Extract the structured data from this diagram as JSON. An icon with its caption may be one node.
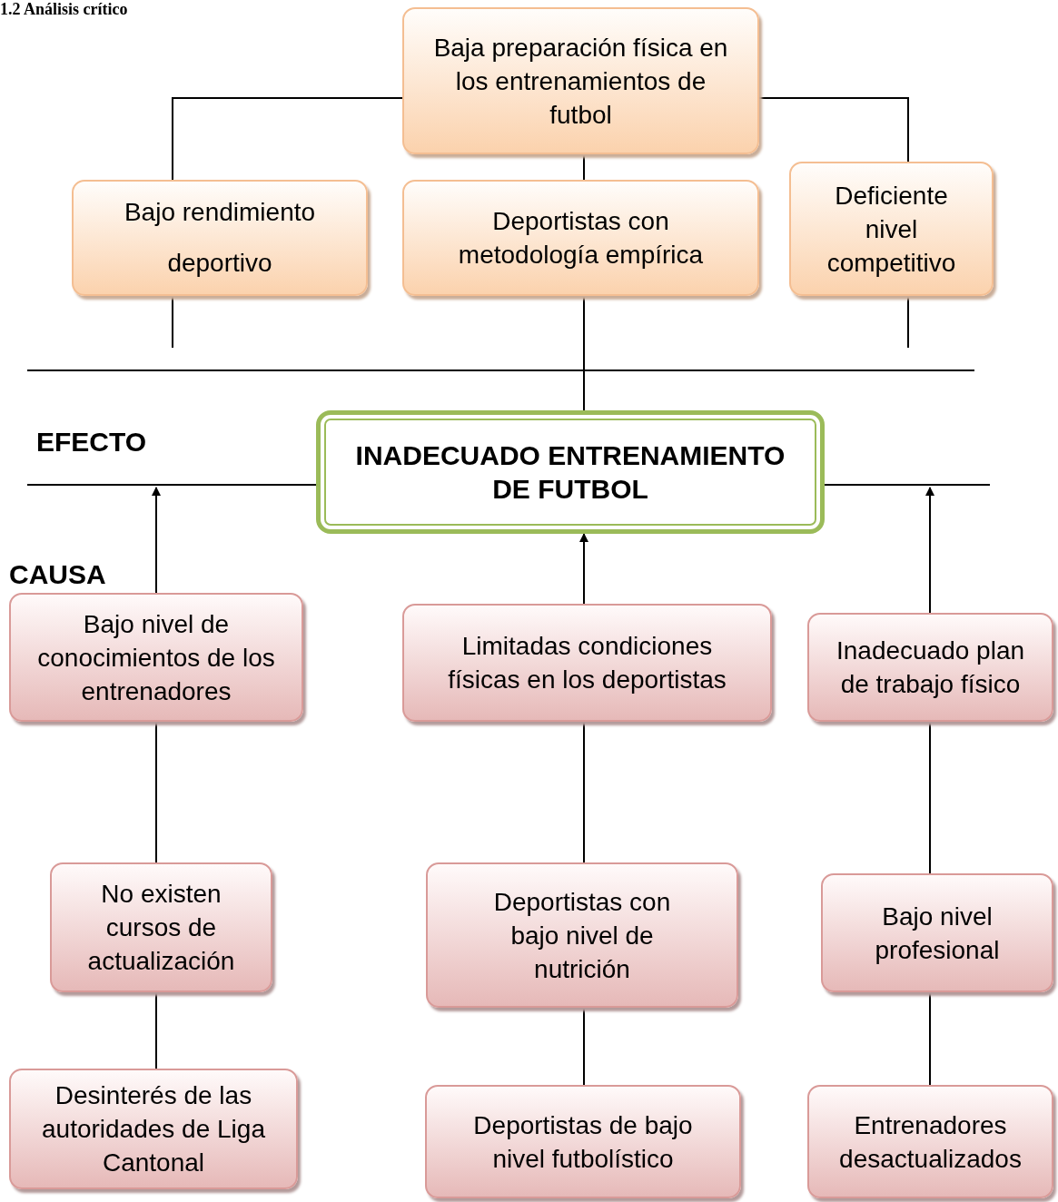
{
  "diagram": {
    "title": "1.2 Análisis crítico",
    "nodes": [
      {
        "text": [
          "Baja preparación física en los entrenamientos de futbol"
        ]
      },
      {
        "text": [
          "Bajo rendimiento deportivo"
        ]
      },
      {
        "text": [
          "Deportistas con metodología empírica"
        ]
      },
      {
        "text": [
          "Deficiente nivel competitivo"
        ]
      },
      {
        "text": [
          "INADECUADO ENTRENAMIENTO DE FUTBOL"
        ]
      },
      {
        "text": [
          "Bajo nivel de conocimientos de los entrenadores"
        ]
      },
      {
        "text": [
          "Limitadas condiciones físicas en los deportistas"
        ]
      },
      {
        "text": [
          "Inadecuado plan de trabajo físico"
        ]
      },
      {
        "text": [
          "No existen cursos de actualización"
        ]
      },
      {
        "text": [
          "Deportistas con bajo nivel de nutrición"
        ]
      },
      {
        "text": [
          "Bajo nivel profesional"
        ]
      },
      {
        "text": [
          "Desinterés de las autoridades de Liga Cantonal"
        ]
      },
      {
        "text": [
          "Deportistas de bajo nivel futbolístico"
        ]
      },
      {
        "text": [
          "Entrenadores desactualizados"
        ]
      }
    ],
    "edges": [
      {
        "from": 0,
        "to": 1,
        "arrow": "none"
      },
      {
        "from": 0,
        "to": 2,
        "arrow": "none"
      },
      {
        "from": 0,
        "to": 3,
        "arrow": "none"
      },
      {
        "from": 1,
        "to": null,
        "arrow": "none"
      },
      {
        "from": 2,
        "to": 4,
        "arrow": "none"
      },
      {
        "from": 3,
        "to": null,
        "arrow": "none"
      },
      {
        "from": 5,
        "to": null,
        "arrow": "to"
      },
      {
        "from": 6,
        "to": 4,
        "arrow": "to"
      },
      {
        "from": 7,
        "to": null,
        "arrow": "to"
      },
      {
        "from": 8,
        "to": 5,
        "arrow": "none"
      },
      {
        "from": 9,
        "to": 6,
        "arrow": "none"
      },
      {
        "from": 10,
        "to": 7,
        "arrow": "none"
      },
      {
        "from": 11,
        "to": 8,
        "arrow": "none"
      },
      {
        "from": 12,
        "to": 9,
        "arrow": "none"
      },
      {
        "from": 13,
        "to": 10,
        "arrow": "none"
      }
    ],
    "labels": [
      "EFECTO",
      "CAUSA"
    ]
  }
}
